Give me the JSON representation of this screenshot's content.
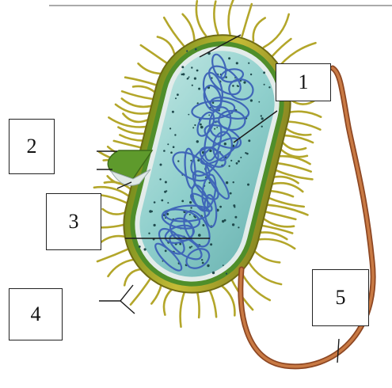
{
  "labels": {
    "label_1": "1",
    "label_2": "2",
    "label_3": "3",
    "label_4": "4",
    "label_5": "5"
  },
  "colors": {
    "pili": "#b3a62a",
    "capsule_outer": "#a59a27",
    "cell_wall": "#4f8e2a",
    "membrane": "#e3ecea",
    "cytoplasm": "#8fcfcc",
    "nucleoid": "#3f66b8",
    "ribosome": "#1f4a4d",
    "flagellum": "#a85a2f",
    "leader_line": "#1a1a1a"
  },
  "icons": [
    "bacterium-cell-illustration"
  ]
}
